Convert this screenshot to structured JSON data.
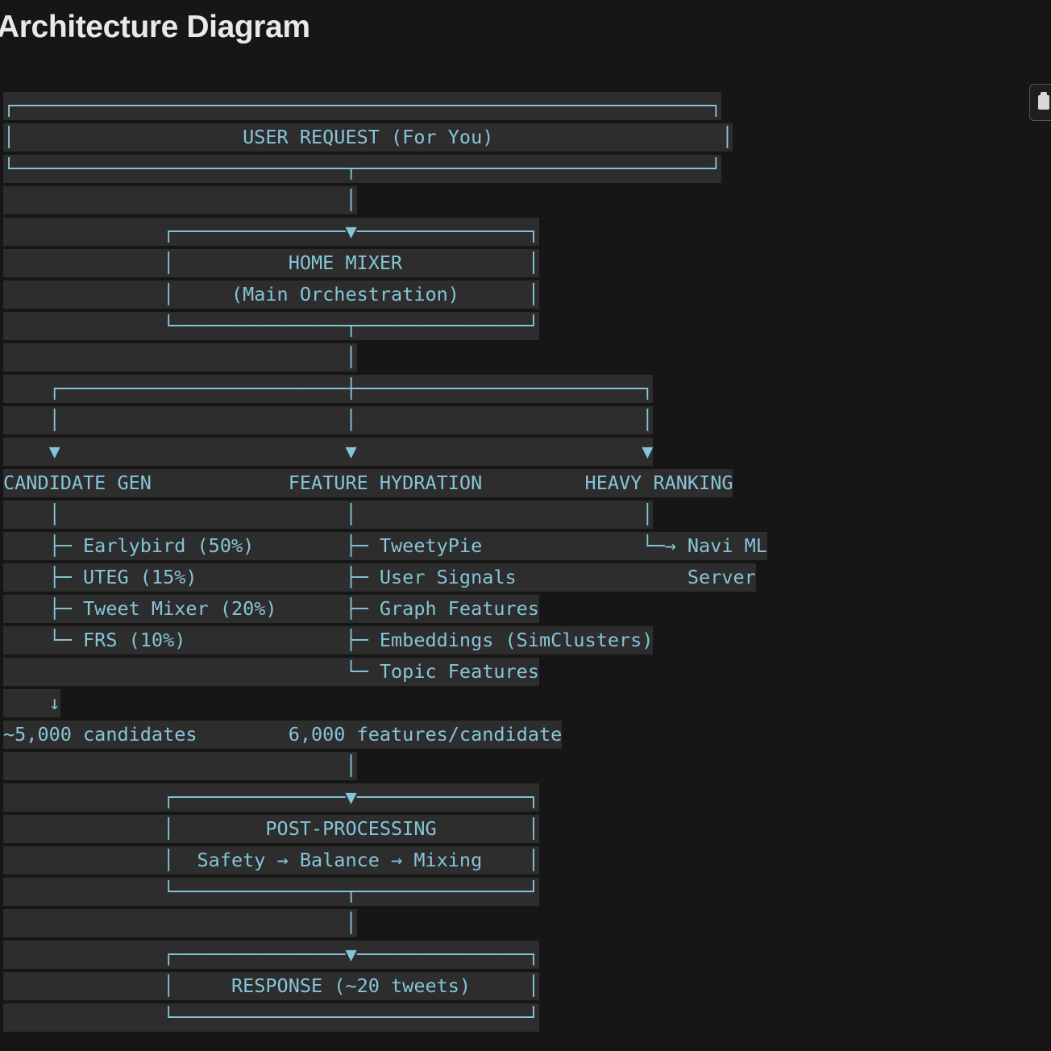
{
  "page": {
    "title": "Architecture Diagram"
  },
  "diagram": {
    "lines": [
      "┌─────────────────────────────────────────────────────────────┐",
      "│                    USER REQUEST (For You)                    │",
      "└─────────────────────────────┬───────────────────────────────┘",
      "                              │",
      "              ┌───────────────▼───────────────┐",
      "              │          HOME MIXER           │",
      "              │     (Main Orchestration)      │",
      "              └───────────────┬───────────────┘",
      "                              │",
      "    ┌─────────────────────────┼─────────────────────────┐",
      "    │                         │                         │",
      "    ▼                         ▼                         ▼",
      "CANDIDATE GEN            FEATURE HYDRATION         HEAVY RANKING",
      "    │                         │                         │",
      "    ├─ Earlybird (50%)        ├─ TweetyPie              └─→ Navi ML",
      "    ├─ UTEG (15%)             ├─ User Signals               Server",
      "    ├─ Tweet Mixer (20%)      ├─ Graph Features",
      "    └─ FRS (10%)              ├─ Embeddings (SimClusters)",
      "                              └─ Topic Features",
      "    ↓",
      "~5,000 candidates        6,000 features/candidate",
      "                              │",
      "              ┌───────────────▼───────────────┐",
      "              │        POST-PROCESSING        │",
      "              │  Safety → Balance → Mixing    │",
      "              └───────────────┬───────────────┘",
      "                              │",
      "              ┌───────────────▼───────────────┐",
      "              │     RESPONSE (~20 tweets)     │",
      "              └───────────────────────────────┘"
    ]
  },
  "toolbar": {
    "copy_icon": "clipboard-icon"
  }
}
